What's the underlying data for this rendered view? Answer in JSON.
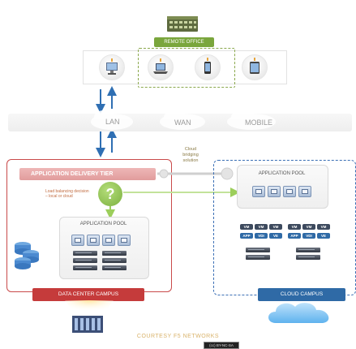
{
  "labels": {
    "remote_office": "REMOTE OFFICE",
    "lan": "LAN",
    "wan": "WAN",
    "mobile": "MOBILE",
    "cloud_bridging": "Cloud bridging solution",
    "application_delivery_tier": "APPLICATION DELIVERY TIER",
    "load_balancing": "Load balancing decision – local or cloud",
    "decision_mark": "?",
    "app_pool_datacenter": "APPLICATION POOL",
    "app_pool_cloud": "APPLICATION POOL",
    "data_center_campus": "DATA CENTER CAMPUS",
    "cloud_campus": "CLOUD CAMPUS",
    "courtesy": "COURTESY F5 NETWORKS",
    "license_badge": "(cc) BY-NC-SA"
  },
  "chips": {
    "row1": [
      "VM",
      "VM",
      "VM",
      "VM",
      "VM",
      "VM"
    ],
    "row2": [
      "APP",
      "VDI",
      "VE",
      "APP",
      "VDI",
      "VE"
    ]
  },
  "colors": {
    "data_center_border": "#c94a4a",
    "data_center_banner": "#c53b3b",
    "delivery_tier_banner": "#e8a9a9",
    "remote_office_banner": "#7aa63c",
    "cloud_banner": "#2f6aa6",
    "cloud_border": "#3b6fb5",
    "decision_green": "#8cc34a",
    "lan_arrow": "#2f6fb3"
  },
  "icons": [
    "building-icon",
    "desktop-computer-icon",
    "laptop-icon",
    "smartphone-icon",
    "tablet-icon",
    "cloud-icon",
    "database-icon",
    "server-rack-icon",
    "vm-icon"
  ]
}
